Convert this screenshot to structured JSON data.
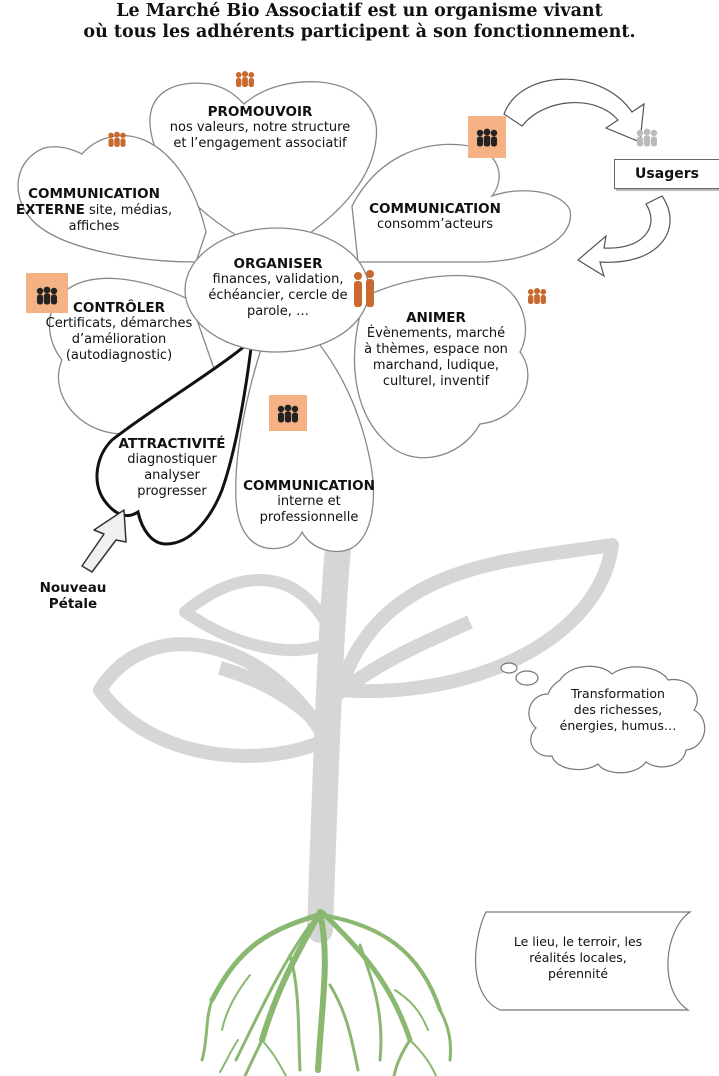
{
  "title": {
    "line1": "Le Marché Bio Associatif est un organisme vivant",
    "line2": "où tous les adhérents participent à son fonctionnement."
  },
  "center": {
    "heading": "ORGANISER",
    "lines": [
      "finances, validation,",
      "échéancier, cercle de",
      "parole, …"
    ]
  },
  "petals": {
    "promouvoir": {
      "heading": "PROMOUVOIR",
      "lines": [
        "nos valeurs, notre structure",
        "et l’engagement associatif"
      ]
    },
    "comm_externe": {
      "heading1": "COMMUNICATION",
      "heading2": "EXTERNE",
      "rest2": " site, médias,",
      "line3": "affiches"
    },
    "comm_consom": {
      "heading": "COMMUNICATION",
      "lines": [
        "consomm’acteurs"
      ]
    },
    "controler": {
      "heading": "CONTRÔLER",
      "lines": [
        "Certificats, démarches",
        "d’amélioration",
        "(autodiagnostic)"
      ]
    },
    "animer": {
      "heading": "ANIMER",
      "lines": [
        "Évènements, marché",
        "à thèmes, espace non",
        "marchand, ludique,",
        "culturel, inventif"
      ]
    },
    "attractivite": {
      "heading": "ATTRACTIVITÉ",
      "lines": [
        "diagnostiquer",
        "analyser",
        "progresser"
      ]
    },
    "comm_interne": {
      "heading": "COMMUNICATION",
      "lines": [
        "interne et",
        "professionnelle"
      ]
    }
  },
  "new_petal": {
    "line1": "Nouveau",
    "line2": "Pétale"
  },
  "usagers": "Usagers",
  "cloud": {
    "lines": [
      "Transformation",
      "des richesses,",
      "énergies, humus…"
    ]
  },
  "scroll": {
    "lines": [
      "Le lieu, le terroir, les",
      "réalités locales,",
      "pérennité"
    ]
  },
  "colors": {
    "people_orange": "#c8692f",
    "people_square": "#f4b183",
    "people_dark": "#222222",
    "people_grey": "#bbbbbb",
    "stem": "#d6d6d6",
    "roots": "#8ab870"
  },
  "icons": [
    "people-icon",
    "arrow-icon",
    "curved-arrow-icon"
  ]
}
